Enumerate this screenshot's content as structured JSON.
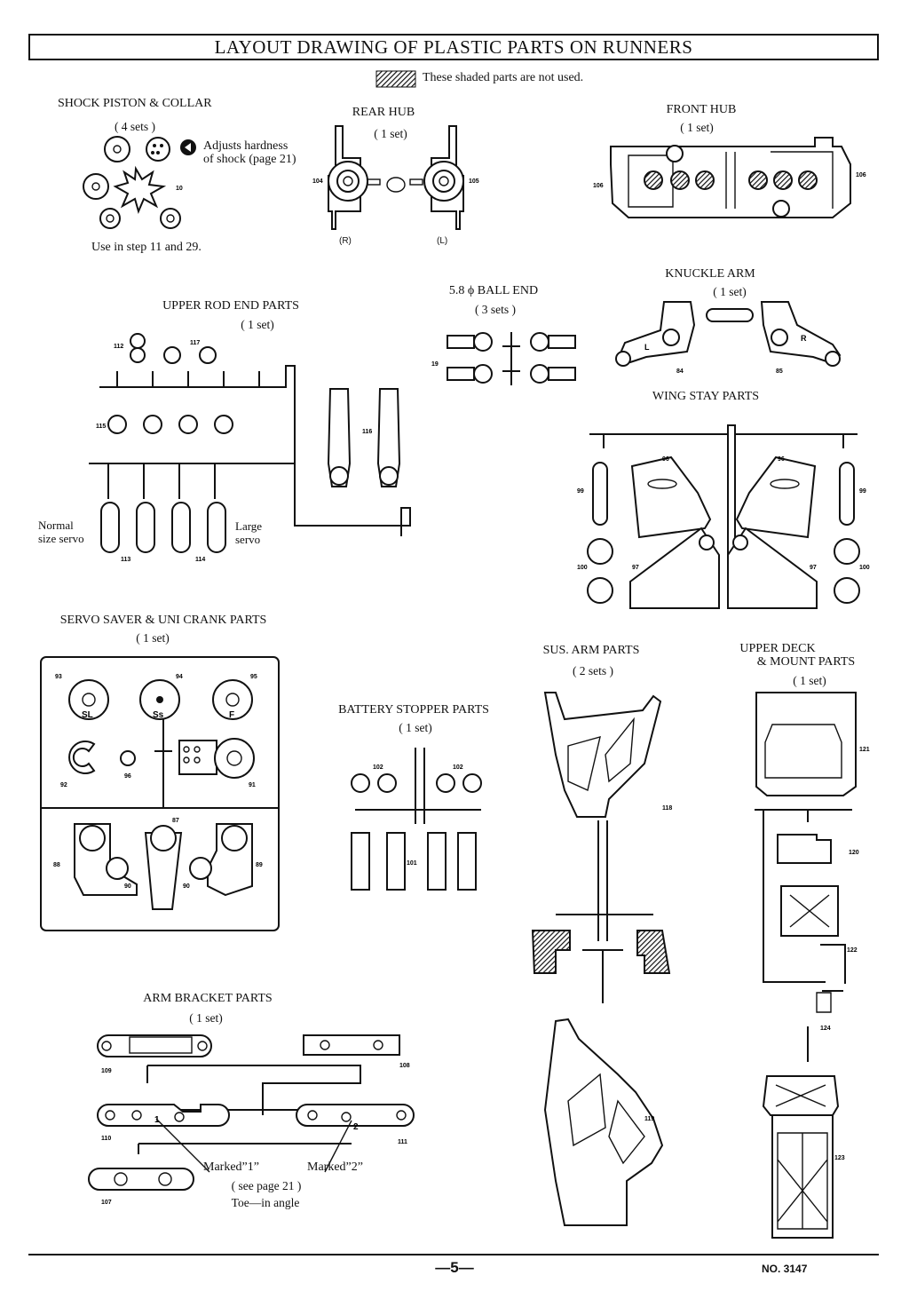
{
  "title": "LAYOUT DRAWING OF PLASTIC PARTS ON RUNNERS",
  "legend": {
    "text": "These shaded parts are not used."
  },
  "shock_piston": {
    "title": "SHOCK PISTON & COLLAR",
    "qty": "( 4 sets )",
    "note_line1": "Adjusts hardness",
    "note_line2": "of shock  (page 21)",
    "use_note": "Use in step 11 and 29.",
    "num": "10"
  },
  "rear_hub": {
    "title": "REAR HUB",
    "qty": "( 1 set)",
    "right_label": "(R)",
    "left_label": "(L)",
    "num_a": "104",
    "num_b": "105"
  },
  "front_hub": {
    "title": "FRONT HUB",
    "qty": "( 1 set)",
    "num_a": "106",
    "num_b": "106"
  },
  "upper_rod": {
    "title": "UPPER ROD END PARTS",
    "qty": "( 1 set)",
    "normal1": "Normal",
    "normal2": "size servo",
    "large1": "Large",
    "large2": "servo",
    "nums": [
      "112",
      "117",
      "115",
      "116",
      "113",
      "114"
    ]
  },
  "ball_end": {
    "title": "5.8 ϕ  BALL END",
    "qty": "( 3 sets )",
    "num": "19"
  },
  "knuckle": {
    "title": "KNUCKLE ARM",
    "qty": "( 1 set)",
    "num_a": "84",
    "num_b": "85",
    "mark_l": "L",
    "mark_r": "R"
  },
  "wing_stay": {
    "title": "WING STAY PARTS",
    "nums": [
      "96",
      "96",
      "99",
      "99",
      "100",
      "97",
      "97",
      "100"
    ]
  },
  "servo_saver": {
    "title": "SERVO SAVER & UNI CRANK PARTS",
    "qty": "( 1 set)",
    "marks": [
      "SL",
      "Ss",
      "F"
    ],
    "nums": [
      "93",
      "94",
      "95",
      "92",
      "96",
      "91",
      "87",
      "88",
      "89",
      "90",
      "90"
    ]
  },
  "battery": {
    "title": "BATTERY STOPPER PARTS",
    "qty": "( 1 set)",
    "nums": [
      "102",
      "102",
      "101"
    ]
  },
  "sus_arm": {
    "title": "SUS. ARM PARTS",
    "qty": "( 2 sets )",
    "nums": [
      "118",
      "119"
    ]
  },
  "upper_deck": {
    "title1": "UPPER DECK",
    "title2": "& MOUNT PARTS",
    "qty": "( 1 set)",
    "nums": [
      "121",
      "120",
      "122",
      "124",
      "123"
    ]
  },
  "arm_bracket": {
    "title": "ARM BRACKET PARTS",
    "qty": "( 1 set)",
    "marked1": "Marked”1”",
    "marked2": "Marked”2”",
    "see_page": "( see page 21 )",
    "toe": "Toe—in angle",
    "mark_1": "1",
    "mark_2": "2",
    "nums": [
      "109",
      "108",
      "110",
      "111",
      "107"
    ]
  },
  "footer": {
    "page": "—5—",
    "doc": "NO. 3147"
  }
}
